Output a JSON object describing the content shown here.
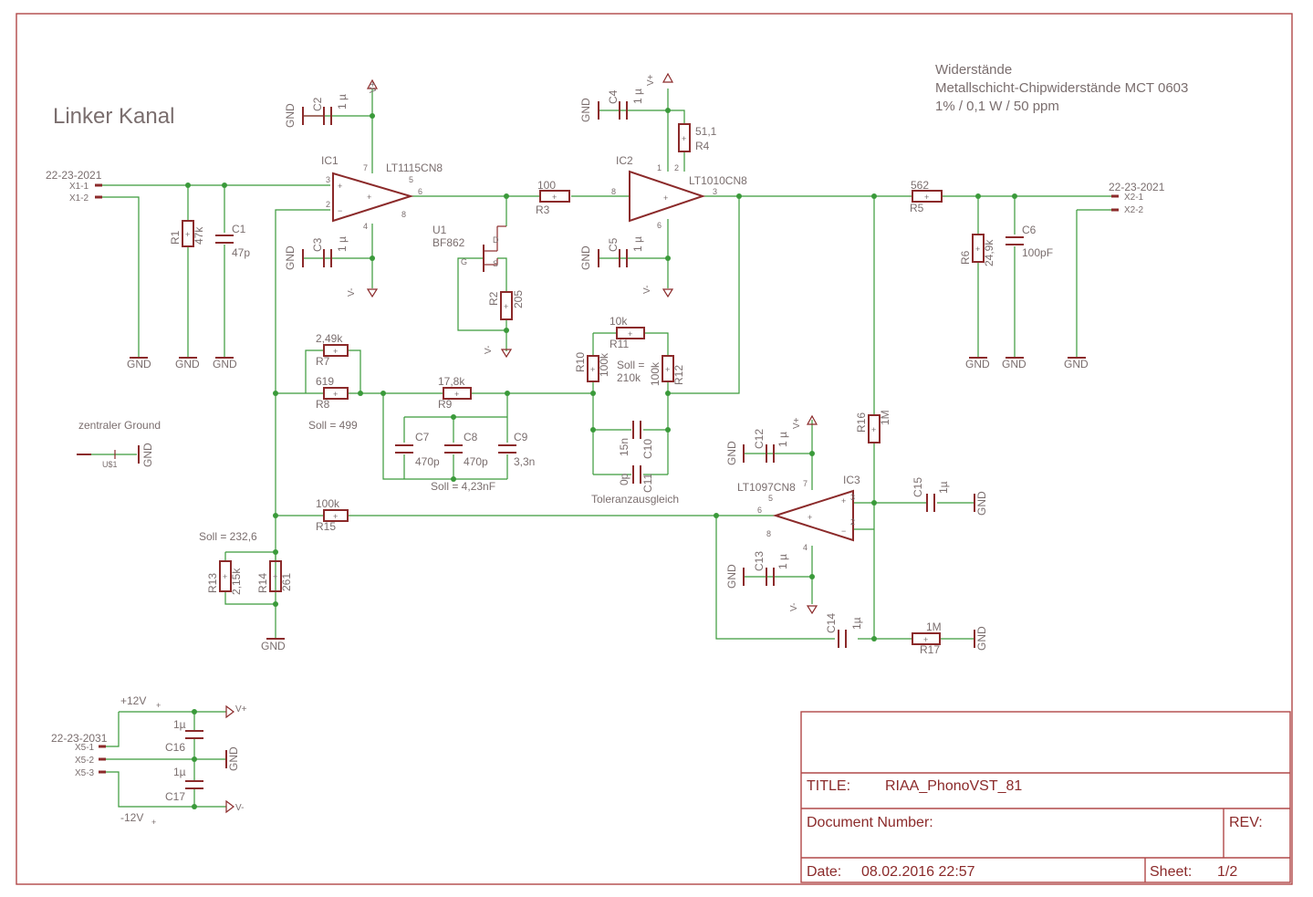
{
  "sheet": {
    "channel_label": "Linker Kanal",
    "resistor_note": [
      "Widerstände",
      "Metallschicht-Chipwiderstände MCT 0603",
      "1% / 0,1 W / 50 ppm"
    ],
    "central_ground_label": "zentraler Ground"
  },
  "title_block": {
    "title_key": "TITLE:",
    "title_value": "RIAA_PhonoVST_81",
    "docnum_key": "Document Number:",
    "rev_key": "REV:",
    "date_key": "Date:",
    "date_value": "08.02.2016 22:57",
    "sheet_key": "Sheet:",
    "sheet_value": "1/2"
  },
  "connectors": {
    "x1": {
      "type": "22-23-2021",
      "pin1": "X1-1",
      "pin2": "X1-2"
    },
    "x2": {
      "type": "22-23-2021",
      "pin1": "X2-1",
      "pin2": "X2-2"
    },
    "x5": {
      "type": "22-23-2031",
      "pin1": "X5-1",
      "pin2": "X5-2",
      "pin3": "X5-3"
    }
  },
  "ics": {
    "ic1": {
      "name": "IC1",
      "part": "LT1115CN8"
    },
    "ic2": {
      "name": "IC2",
      "part": "LT1010CN8"
    },
    "ic3": {
      "name": "IC3",
      "part": "LT1097CN8"
    },
    "u1": {
      "name": "U1",
      "part": "BF862"
    }
  },
  "resistors": {
    "r1": {
      "name": "R1",
      "value": "47k"
    },
    "r2": {
      "name": "R2",
      "value": "205"
    },
    "r3": {
      "name": "R3",
      "value": "100"
    },
    "r4": {
      "name": "R4",
      "value": "51,1"
    },
    "r5": {
      "name": "R5",
      "value": "562"
    },
    "r6": {
      "name": "R6",
      "value": "24,9k"
    },
    "r7": {
      "name": "R7",
      "value": "2,49k"
    },
    "r8": {
      "name": "R8",
      "value": "619"
    },
    "r9": {
      "name": "R9",
      "value": "17,8k"
    },
    "r10": {
      "name": "R10",
      "value": "100k"
    },
    "r11": {
      "name": "R11",
      "value": "10k"
    },
    "r12": {
      "name": "R12",
      "value": "100k"
    },
    "r13": {
      "name": "R13",
      "value": "2,15k"
    },
    "r14": {
      "name": "R14",
      "value": "261"
    },
    "r15": {
      "name": "R15",
      "value": "100k"
    },
    "r16": {
      "name": "R16",
      "value": "1M"
    },
    "r17": {
      "name": "R17",
      "value": "1M"
    }
  },
  "capacitors": {
    "c1": {
      "name": "C1",
      "value": "47p"
    },
    "c2": {
      "name": "C2",
      "value": "1 µ"
    },
    "c3": {
      "name": "C3",
      "value": "1 µ"
    },
    "c4": {
      "name": "C4",
      "value": "1 µ"
    },
    "c5": {
      "name": "C5",
      "value": "1 µ"
    },
    "c6": {
      "name": "C6",
      "value": "100pF"
    },
    "c7": {
      "name": "C7",
      "value": "470p"
    },
    "c8": {
      "name": "C8",
      "value": "470p"
    },
    "c9": {
      "name": "C9",
      "value": "3,3n"
    },
    "c10": {
      "name": "C10",
      "value": "15n"
    },
    "c11": {
      "name": "C11",
      "value": "0p"
    },
    "c12": {
      "name": "C12",
      "value": "1 µ"
    },
    "c13": {
      "name": "C13",
      "value": "1 µ"
    },
    "c14": {
      "name": "C14",
      "value": "1µ"
    },
    "c15": {
      "name": "C15",
      "value": "1µ"
    },
    "c16": {
      "name": "C16",
      "value": "1µ"
    },
    "c17": {
      "name": "C17",
      "value": "1µ"
    }
  },
  "notes": {
    "soll_499": "Soll = 499",
    "soll_210k": [
      "Soll =",
      "210k"
    ],
    "soll_423nf": "Soll = 4,23nF",
    "soll_2326": "Soll = 232,6",
    "toleranz": "Toleranzausgleich"
  },
  "supply": {
    "gnd": "GND",
    "vplus": "V+",
    "vminus": "V-",
    "plus12": "+12V",
    "minus12": "-12V",
    "us1": "U$1",
    "sub_plus": "+"
  },
  "colors": {
    "wire": "#3a9a3a",
    "symbol": "#8b2a2a",
    "text": "#7a6e6e",
    "frame": "#b04848"
  }
}
